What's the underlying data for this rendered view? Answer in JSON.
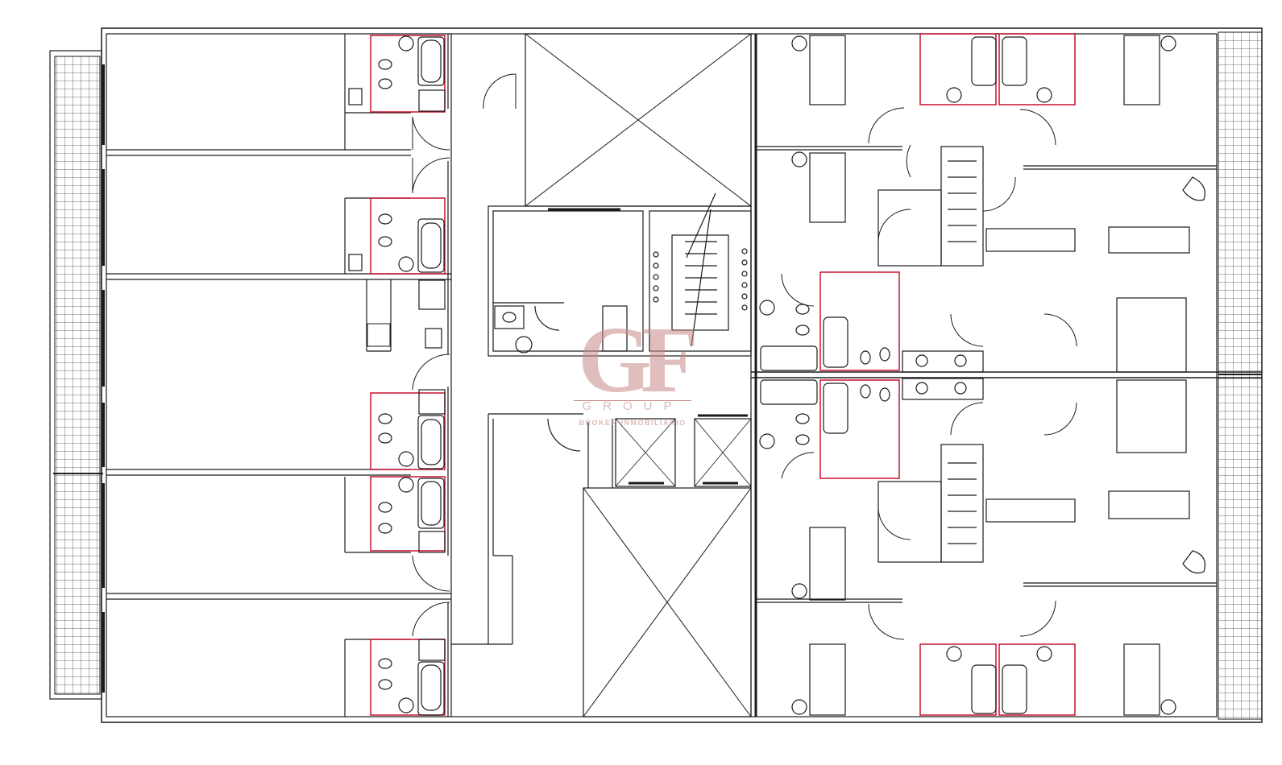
{
  "colors": {
    "line": "#1a1a1a",
    "accent": "#c8102e",
    "watermark": "#c88a8a"
  },
  "watermark": {
    "logo_letters": "GF",
    "word": "GROUP",
    "tagline": "BROKER INMOBILIARIO"
  }
}
